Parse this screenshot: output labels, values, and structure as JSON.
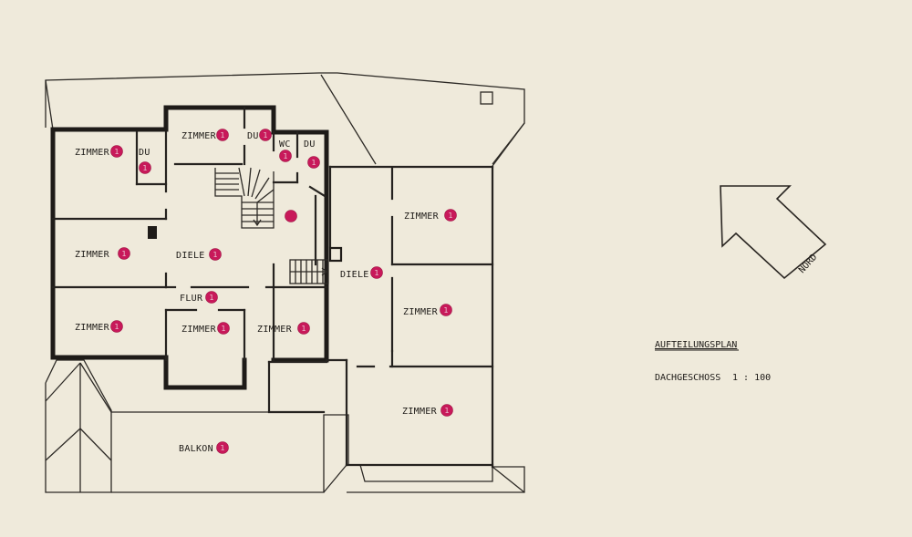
{
  "colors": {
    "paper": "#efeadb",
    "ink": "#1e1b18",
    "marker": "#c8195a"
  },
  "plan": {
    "north_label": "NORD",
    "legend": {
      "title": "AUFTEILUNGSPLAN",
      "subtitle": "DACHGESCHOSS",
      "scale": "1 : 100"
    },
    "rooms": [
      {
        "label": "ZIMMER",
        "marker": "1"
      },
      {
        "label": "DU",
        "marker": "1"
      },
      {
        "label": "ZIMMER",
        "marker": "1"
      },
      {
        "label": "DU",
        "marker": "1"
      },
      {
        "label": "WC",
        "marker": "1"
      },
      {
        "label": "DU",
        "marker": "1"
      },
      {
        "label": "ZIMMER",
        "marker": "1"
      },
      {
        "label": "DIELE",
        "marker": "1"
      },
      {
        "label": "FLUR",
        "marker": "1"
      },
      {
        "label": "ZIMMER",
        "marker": "1"
      },
      {
        "label": "ZIMMER",
        "marker": "1"
      },
      {
        "label": "ZIMMER",
        "marker": "1"
      },
      {
        "label": "DIELE",
        "marker": "1"
      },
      {
        "label": "ZIMMER",
        "marker": "1"
      },
      {
        "label": "ZIMMER",
        "marker": "1"
      },
      {
        "label": "ZIMMER",
        "marker": "1"
      },
      {
        "label": "BALKON",
        "marker": "1"
      }
    ]
  }
}
